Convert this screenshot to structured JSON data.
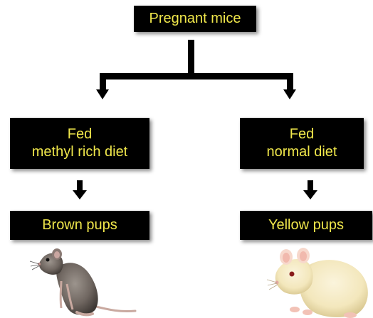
{
  "top_box": {
    "label": "Pregnant mice"
  },
  "left_branch": {
    "diet_line1": "Fed",
    "diet_line2": "methyl rich diet",
    "result": "Brown pups",
    "mouse_icon": "brown-mouse-icon"
  },
  "right_branch": {
    "diet_line1": "Fed",
    "diet_line2": "normal diet",
    "result": "Yellow pups",
    "mouse_icon": "yellow-mouse-icon"
  },
  "colors": {
    "box_background": "#000000",
    "box_text": "#f0e74b",
    "connector": "#000000",
    "brown_mouse": "#6f6660",
    "yellow_mouse": "#f3e7bc"
  }
}
